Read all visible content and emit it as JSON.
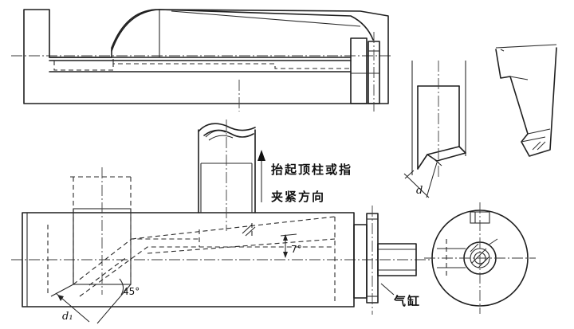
{
  "labels": {
    "direction_line1": "抬起顶柱或指",
    "direction_line2": "夹紧方向",
    "cylinder": "气缸",
    "angle_7": "7°",
    "angle_45": "45°",
    "dim_d": "d",
    "dim_d1": "d₁"
  }
}
